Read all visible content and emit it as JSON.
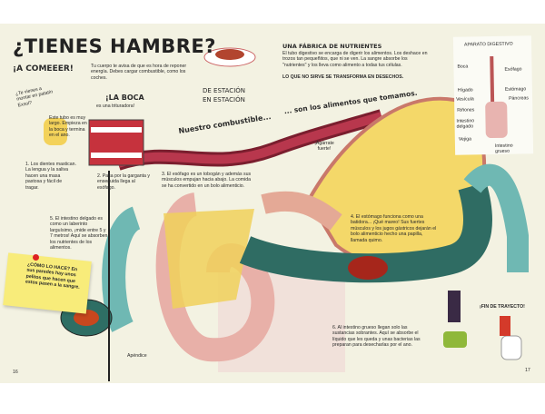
{
  "title": "¿TIENES HAMBRE?",
  "subtitle": "¡A COMEEER!",
  "intro": "Tu cuerpo te avisa de que es hora de reponer energía. Debes cargar combustible, como los coches.",
  "bubble_banana": "¿Te vienes a montar en patatín Exsol?",
  "tube_text": "Este tubo es muy largo. Empieza en la boca y termina en el ano.",
  "mouth_heading": "¡LA BOCA",
  "mouth_sub": "es una trituradora!",
  "station": "DE ESTACIÓN EN ESTACIÓN",
  "fuel_left": "Nuestro combustible...",
  "fuel_right": "... son los alimentos que tomamos.",
  "steps": [
    "1. Los dientes mastican. La lengua y la saliva hacen una masa pastosa y fácil de tragar.",
    "2. Pasa por la garganta y enseguida llega al esófago.",
    "3. El esófago es un tobogán y además sus músculos empujan hacia abajo. La comida se ha convertido en un bolo alimenticio.",
    "4. El estómago funciona como una batidora... ¡Qué mareo! Sus fuertes músculos y los jugos gástricos dejarán el bolo alimenticio hecho una papilla, llamada quimo.",
    "5. El intestino delgado es como un laberinto larguísimo, ¡mide entre 5 y 7 metros! Aquí se absorben los nutrientes de los alimentos.",
    "6. Al intestino grueso llegan solo las sustancias sobrantes. Aquí se absorbe el líquido que les queda y unas bacterias las preparan para desecharlas por el ano."
  ],
  "factory": {
    "heading": "UNA FÁBRICA DE NUTRIENTES",
    "body": "El tubo digestivo se encarga de digerir los alimentos. Los deshace en trozos tan pequeñitos, que ni se ven. La sangre absorbe los \"nutrientes\" y los lleva como alimento a todas tus células.",
    "caps": "LO QUE NO SIRVE SE TRANSFORMA EN DESECHOS."
  },
  "hold_on": "¡Agárrate fuerte!",
  "note": "¿CÓMO LO HACE? En sus paredes hay unos pelitos que hacen que estos pasen a la sangre.",
  "diagram": {
    "title": "APARATO DIGESTIVO",
    "labels": [
      "Boca",
      "Esófago",
      "Hígado",
      "Estómago",
      "Vesícula",
      "Páncreas",
      "Riñones",
      "Intestino delgado",
      "Vejiga",
      "Intestino grueso"
    ]
  },
  "appendix": "Apéndice",
  "end": "¡FIN DE TRAYECTO!",
  "page_left": "16",
  "page_right": "17"
}
